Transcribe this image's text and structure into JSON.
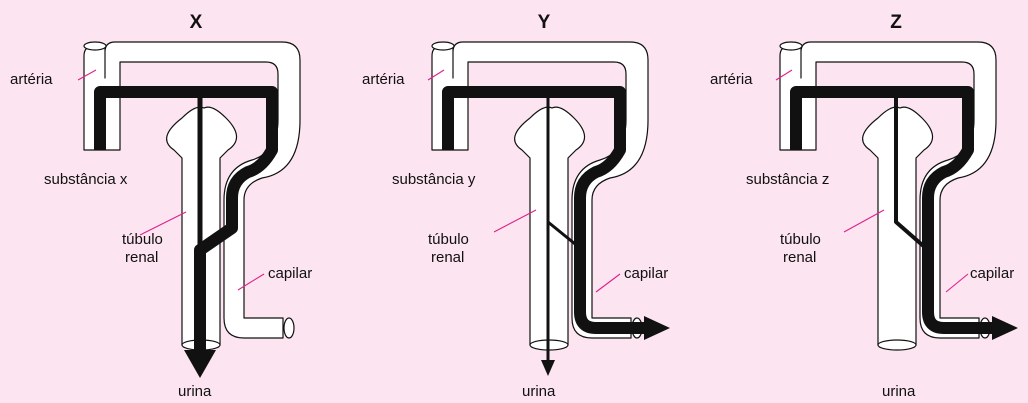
{
  "colors": {
    "background": "#fce4f0",
    "leader_lines": "#e0218a",
    "flow": "#111111",
    "vessels": "#ffffff"
  },
  "panels": [
    {
      "title": "X",
      "arteria": "artéria",
      "substancia": "substância x",
      "tubulo_line1": "túbulo",
      "tubulo_line2": "renal",
      "capilar": "capilar",
      "urina": "urina",
      "substance_route": "thick stream enters tubule and exits with urine"
    },
    {
      "title": "Y",
      "arteria": "artéria",
      "substancia": "substância y",
      "tubulo_line1": "túbulo",
      "tubulo_line2": "renal",
      "capilar": "capilar",
      "urina": "urina",
      "substance_route": "small part to urine, most exits through capillary"
    },
    {
      "title": "Z",
      "arteria": "artéria",
      "substancia": "substância z",
      "tubulo_line1": "túbulo",
      "tubulo_line2": "renal",
      "capilar": "capilar",
      "urina": "urina",
      "substance_route": "filtered, fully reabsorbed into capillary, none in urine"
    }
  ]
}
